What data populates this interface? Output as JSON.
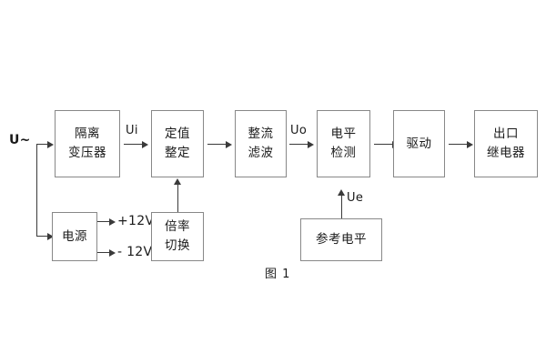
{
  "diagram": {
    "caption": "图 1",
    "blocks": {
      "isolation_transformer": {
        "line1": "隔离",
        "line2": "变压器"
      },
      "setting_value": {
        "line1": "定值",
        "line2": "整定"
      },
      "rectify_filter": {
        "line1": "整流",
        "line2": "滤波"
      },
      "level_detect": {
        "line1": "电平",
        "line2": "检测"
      },
      "drive": {
        "line1": "驱动",
        "line2": ""
      },
      "output_relay": {
        "line1": "出口",
        "line2": "继电器"
      },
      "power_supply": {
        "line1": "电源",
        "line2": ""
      },
      "multiplier_switch": {
        "line1": "倍率",
        "line2": "切换"
      },
      "reference_level": {
        "line1": "参考电平",
        "line2": ""
      }
    },
    "signals": {
      "input_source": "U~",
      "ui": "Ui",
      "uo": "Uo",
      "ue": "Ue",
      "rail_positive": "+12V",
      "rail_negative": "- 12V"
    },
    "colors": {
      "box_border": "#888888",
      "line": "#3a3a3a",
      "text": "#1a1a1a",
      "background": "#ffffff"
    }
  }
}
